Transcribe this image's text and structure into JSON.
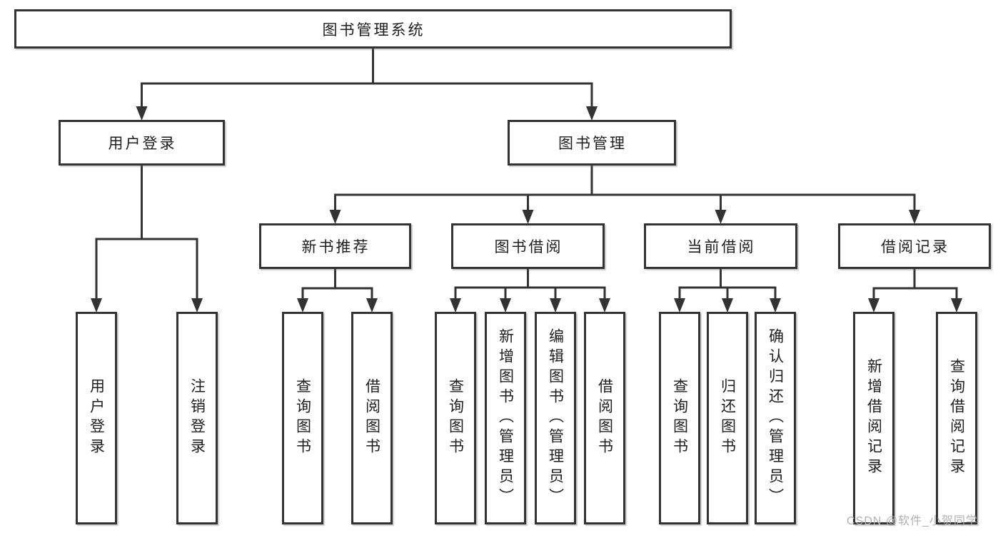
{
  "diagram": {
    "watermark": "CSDN @软件_小贺同学",
    "colors": {
      "line": "#333333",
      "box_border": "#333333",
      "background": "#ffffff",
      "text": "#1e1e1e",
      "watermark": "#b2b2b2"
    },
    "nodes": [
      {
        "id": "root",
        "label": "图书管理系统",
        "children": [
          "user-login",
          "book-mgmt"
        ]
      },
      {
        "id": "user-login",
        "label": "用户登录",
        "children": [
          "leaf-user-login",
          "leaf-logout"
        ]
      },
      {
        "id": "book-mgmt",
        "label": "图书管理",
        "children": [
          "new-book-rec",
          "book-borrow",
          "current-borrow",
          "borrow-records"
        ]
      },
      {
        "id": "new-book-rec",
        "label": "新书推荐",
        "children": [
          "leaf-query-book-1",
          "leaf-borrow-book-1"
        ]
      },
      {
        "id": "book-borrow",
        "label": "图书借阅",
        "children": [
          "leaf-query-book-2",
          "leaf-add-book",
          "leaf-edit-book",
          "leaf-borrow-book-2"
        ]
      },
      {
        "id": "current-borrow",
        "label": "当前借阅",
        "children": [
          "leaf-query-book-3",
          "leaf-return-book",
          "leaf-confirm-return"
        ]
      },
      {
        "id": "borrow-records",
        "label": "借阅记录",
        "children": [
          "leaf-add-record",
          "leaf-query-record"
        ]
      },
      {
        "id": "leaf-user-login",
        "label": "用户登录",
        "children": []
      },
      {
        "id": "leaf-logout",
        "label": "注销登录",
        "children": []
      },
      {
        "id": "leaf-query-book-1",
        "label": "查询图书",
        "children": []
      },
      {
        "id": "leaf-borrow-book-1",
        "label": "借阅图书",
        "children": []
      },
      {
        "id": "leaf-query-book-2",
        "label": "查询图书",
        "children": []
      },
      {
        "id": "leaf-add-book",
        "label": "新增图书（管理员）",
        "children": []
      },
      {
        "id": "leaf-edit-book",
        "label": "编辑图书（管理员）",
        "children": []
      },
      {
        "id": "leaf-borrow-book-2",
        "label": "借阅图书",
        "children": []
      },
      {
        "id": "leaf-query-book-3",
        "label": "查询图书",
        "children": []
      },
      {
        "id": "leaf-return-book",
        "label": "归还图书",
        "children": []
      },
      {
        "id": "leaf-confirm-return",
        "label": "确认归还（管理员）",
        "children": []
      },
      {
        "id": "leaf-add-record",
        "label": "新增借阅记录",
        "children": []
      },
      {
        "id": "leaf-query-record",
        "label": "查询借阅记录",
        "children": []
      }
    ]
  }
}
